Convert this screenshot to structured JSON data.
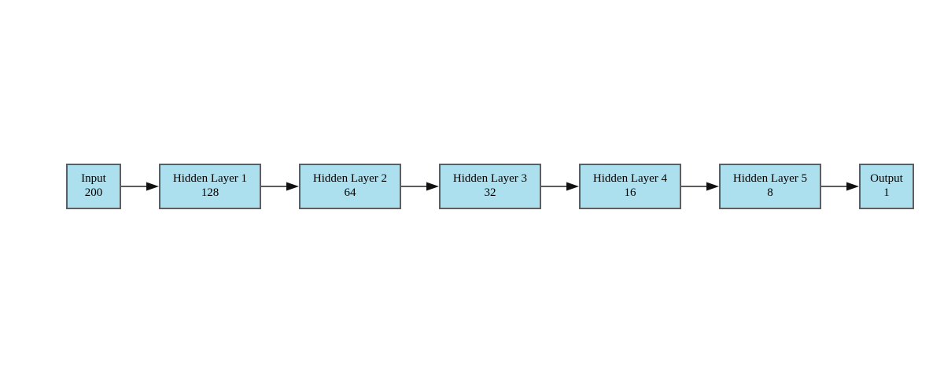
{
  "diagram": {
    "type": "flowchart",
    "orientation": "left-to-right",
    "background_color": "#ffffff",
    "node_fill_color": "#ace0ef",
    "node_border_color": "#5b5f61",
    "text_color": "#000000",
    "arrow_color": "#262626",
    "nodes": [
      {
        "id": "input",
        "label": "Input",
        "size": "200",
        "kind": "terminal"
      },
      {
        "id": "hidden1",
        "label": "Hidden Layer 1",
        "size": "128",
        "kind": "hidden"
      },
      {
        "id": "hidden2",
        "label": "Hidden Layer 2",
        "size": "64",
        "kind": "hidden"
      },
      {
        "id": "hidden3",
        "label": "Hidden Layer 3",
        "size": "32",
        "kind": "hidden"
      },
      {
        "id": "hidden4",
        "label": "Hidden Layer 4",
        "size": "16",
        "kind": "hidden"
      },
      {
        "id": "hidden5",
        "label": "Hidden Layer 5",
        "size": "8",
        "kind": "hidden"
      },
      {
        "id": "output",
        "label": "Output",
        "size": "1",
        "kind": "terminal"
      }
    ],
    "edges": [
      {
        "from": "input",
        "to": "hidden1",
        "arrow": "arrow-right-icon"
      },
      {
        "from": "hidden1",
        "to": "hidden2",
        "arrow": "arrow-right-icon"
      },
      {
        "from": "hidden2",
        "to": "hidden3",
        "arrow": "arrow-right-icon"
      },
      {
        "from": "hidden3",
        "to": "hidden4",
        "arrow": "arrow-right-icon"
      },
      {
        "from": "hidden4",
        "to": "hidden5",
        "arrow": "arrow-right-icon"
      },
      {
        "from": "hidden5",
        "to": "output",
        "arrow": "arrow-right-icon"
      }
    ]
  }
}
